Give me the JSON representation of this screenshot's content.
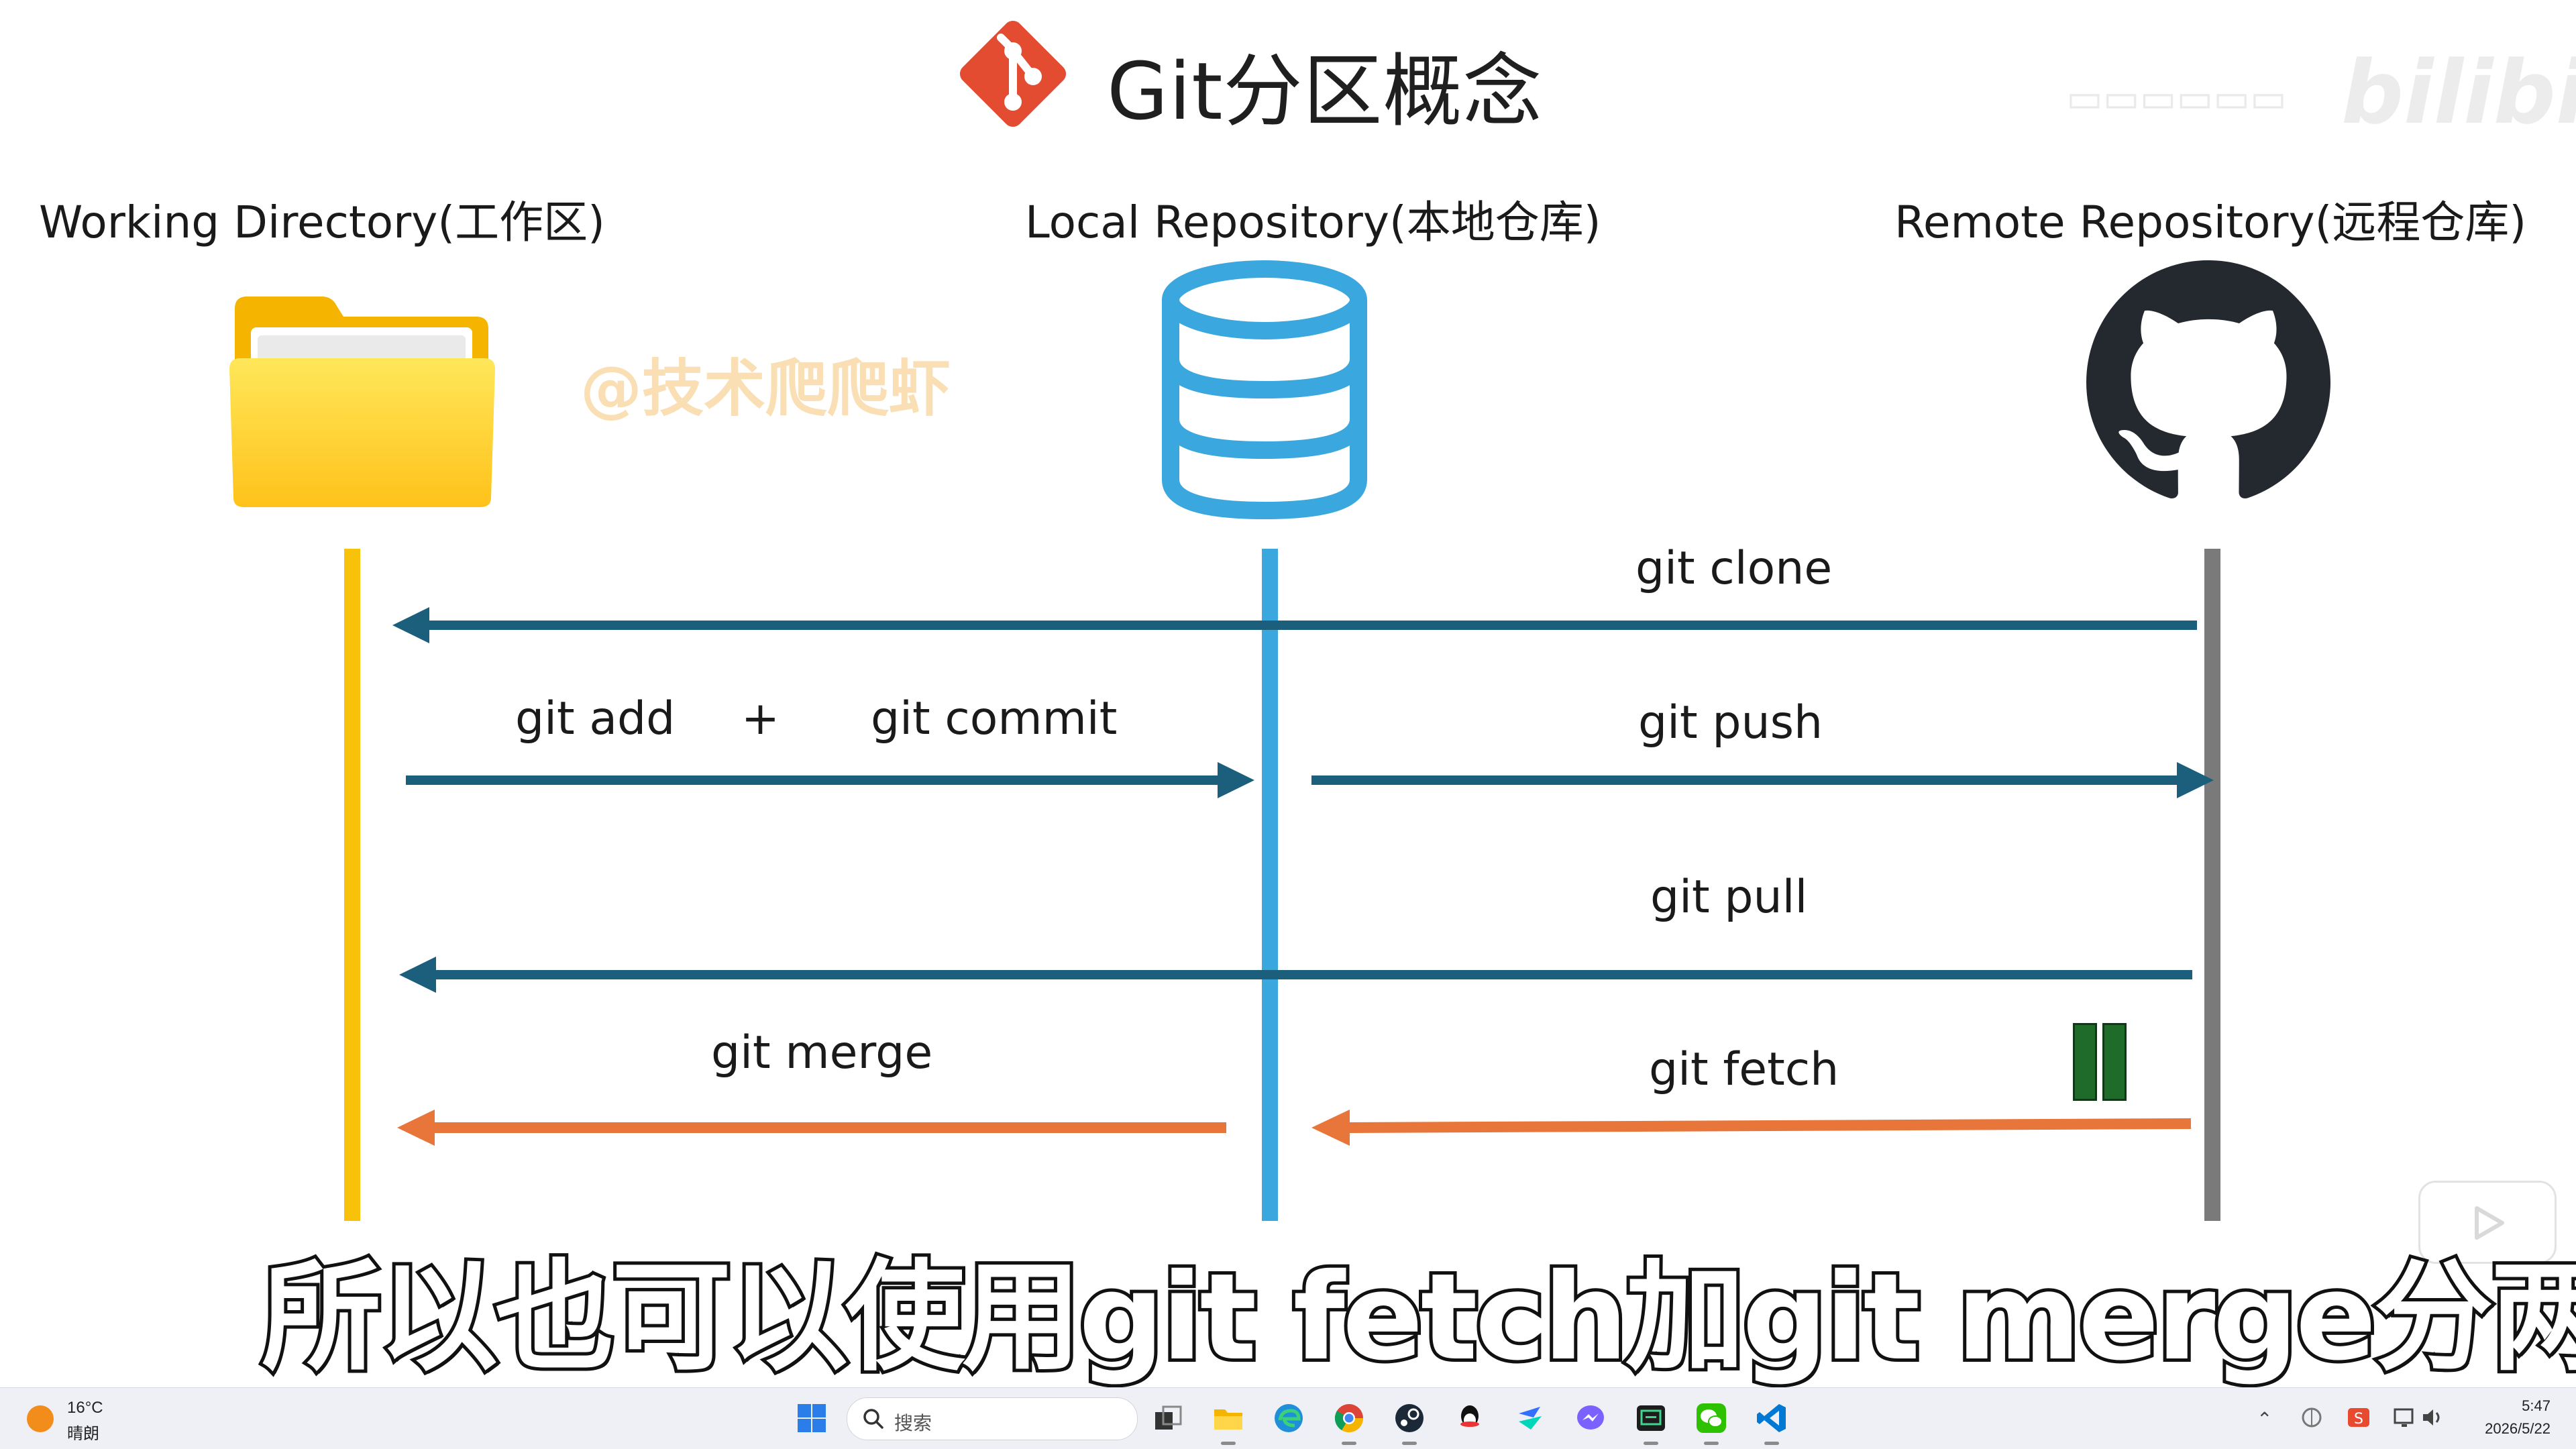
{
  "slide": {
    "title": "Git分区概念",
    "columns": {
      "working": "Working Directory(工作区)",
      "local": "Local Repository(本地仓库)",
      "remote": "Remote Repository(远程仓库)"
    },
    "watermark": "@技术爬爬虾",
    "commands": {
      "clone": "git clone",
      "add": "git add",
      "plus": "+",
      "commit": "git commit",
      "push": "git push",
      "pull": "git pull",
      "merge": "git merge",
      "fetch": "git fetch"
    },
    "colors": {
      "blue_arrow": "#1c5f7d",
      "orange_arrow": "#e8753a",
      "working_line": "#f8c20a",
      "local_line": "#3aa7df",
      "remote_line": "#7a7a7a",
      "git_logo": "#e44c31"
    }
  },
  "video": {
    "subtitle": "所以也可以使用git fetch加git merge分两步",
    "platform_logo": "bilibili",
    "pause_icon": "pause-icon",
    "play_icon": "play-icon"
  },
  "taskbar": {
    "weather_temp": "16°C",
    "weather_desc": "晴朗",
    "search_placeholder": "搜索",
    "time": "5:47",
    "date": "2026/5/22",
    "apps": [
      "start-icon",
      "task-view-icon",
      "file-explorer-icon",
      "edge-icon",
      "chrome-icon",
      "steam-icon",
      "qq-icon",
      "feishu-icon",
      "messenger-icon",
      "terminal-icon",
      "wechat-icon",
      "vscode-icon"
    ]
  }
}
